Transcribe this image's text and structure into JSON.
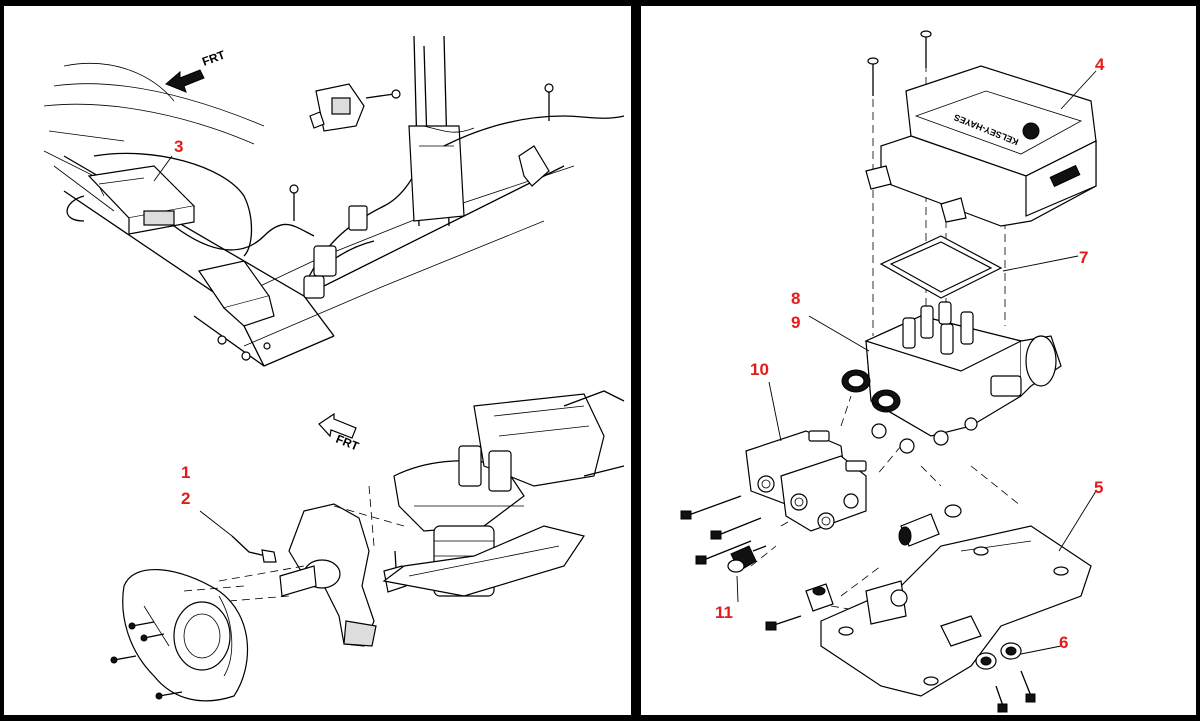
{
  "left_panel": {
    "top_view": {
      "direction_label": "FRT",
      "callouts": [
        {
          "id": "3",
          "label": "3"
        }
      ]
    },
    "bottom_view": {
      "direction_label": "FRT",
      "callouts": [
        {
          "id": "1",
          "label": "1"
        },
        {
          "id": "2",
          "label": "2"
        }
      ]
    }
  },
  "right_panel": {
    "cover_brand_text": "KELSEY-HAYES",
    "callouts": [
      {
        "id": "4",
        "label": "4"
      },
      {
        "id": "7",
        "label": "7"
      },
      {
        "id": "8",
        "label": "8"
      },
      {
        "id": "9",
        "label": "9"
      },
      {
        "id": "10",
        "label": "10"
      },
      {
        "id": "5",
        "label": "5"
      },
      {
        "id": "11",
        "label": "11"
      },
      {
        "id": "6",
        "label": "6"
      }
    ]
  },
  "colors": {
    "background": "#000000",
    "panel": "#ffffff",
    "callout": "#e41b1b",
    "line": "#000000"
  }
}
